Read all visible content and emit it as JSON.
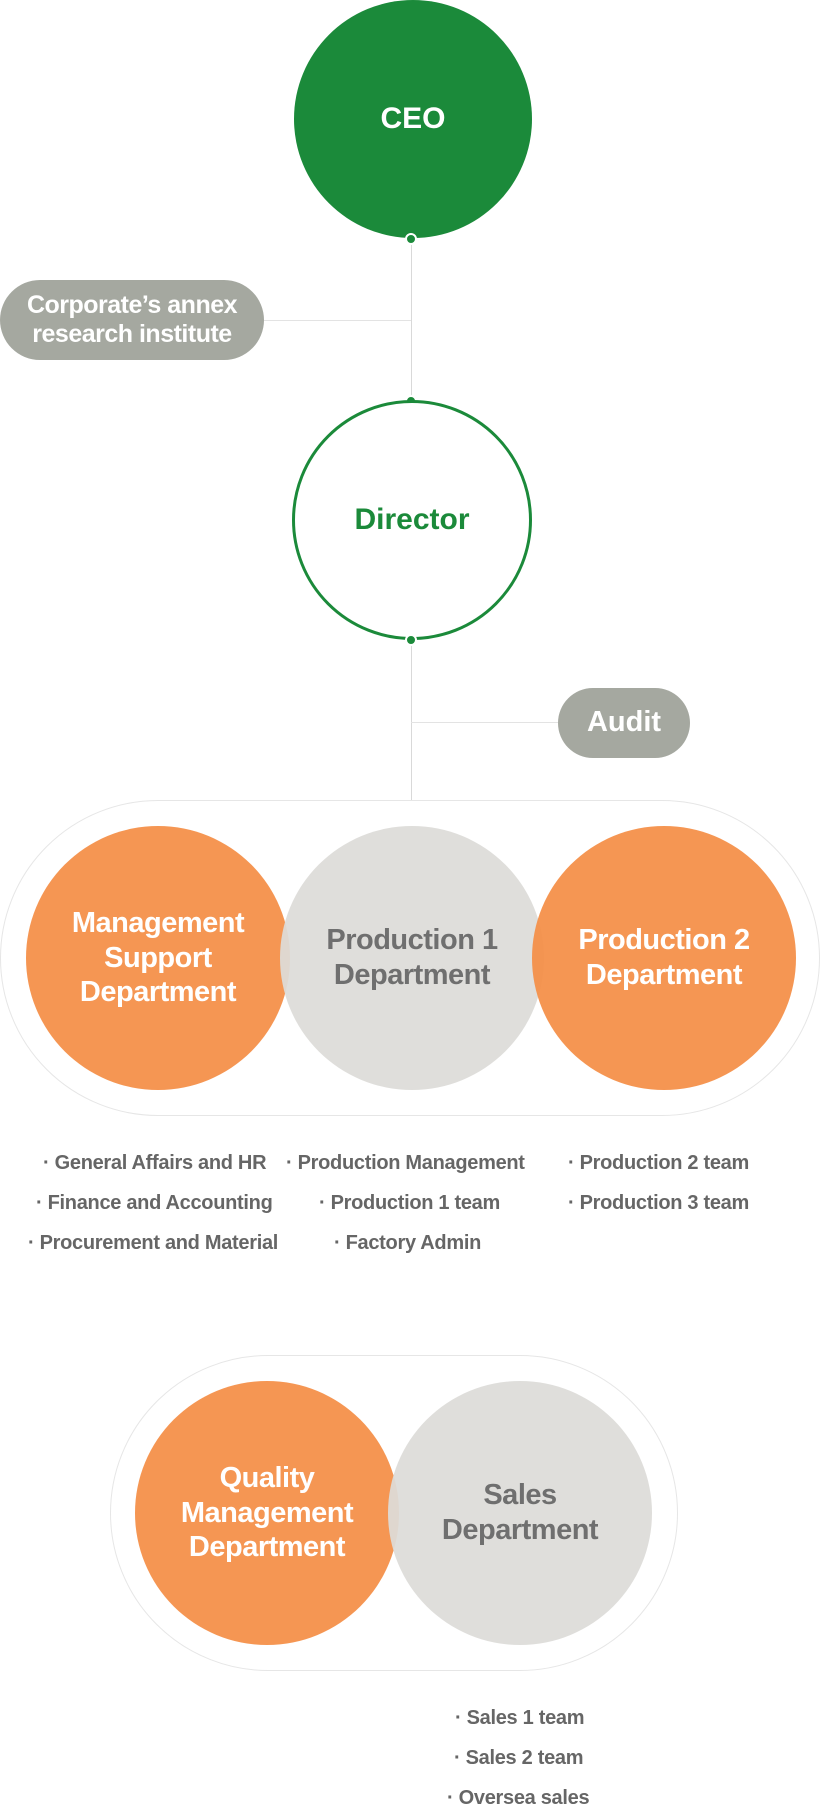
{
  "colors": {
    "green": "#1b8a3a",
    "orange": "#f48e46",
    "grey_circle": "#dddbd8",
    "grey_pill": "#a5a8a0",
    "team_text": "#666666"
  },
  "top": {
    "ceo": "CEO",
    "annex": "Corporate’s annex\nresearch institute",
    "director": "Director",
    "audit": "Audit"
  },
  "group1": {
    "departments": [
      {
        "name": "Management\nSupport\nDepartment",
        "teams": [
          "· General Affairs and HR",
          "· Finance and Accounting",
          "· Procurement and Material"
        ]
      },
      {
        "name": "Production 1\nDepartment",
        "teams": [
          "· Production Management",
          "· Production 1 team",
          "· Factory Admin"
        ]
      },
      {
        "name": "Production 2\nDepartment",
        "teams": [
          "· Production 2 team",
          "· Production 3 team"
        ]
      }
    ]
  },
  "group2": {
    "departments": [
      {
        "name": "Quality\nManagement\nDepartment",
        "teams": []
      },
      {
        "name": "Sales\nDepartment",
        "teams": [
          "· Sales 1 team",
          "· Sales 2 team",
          "· Oversea sales"
        ]
      }
    ]
  }
}
